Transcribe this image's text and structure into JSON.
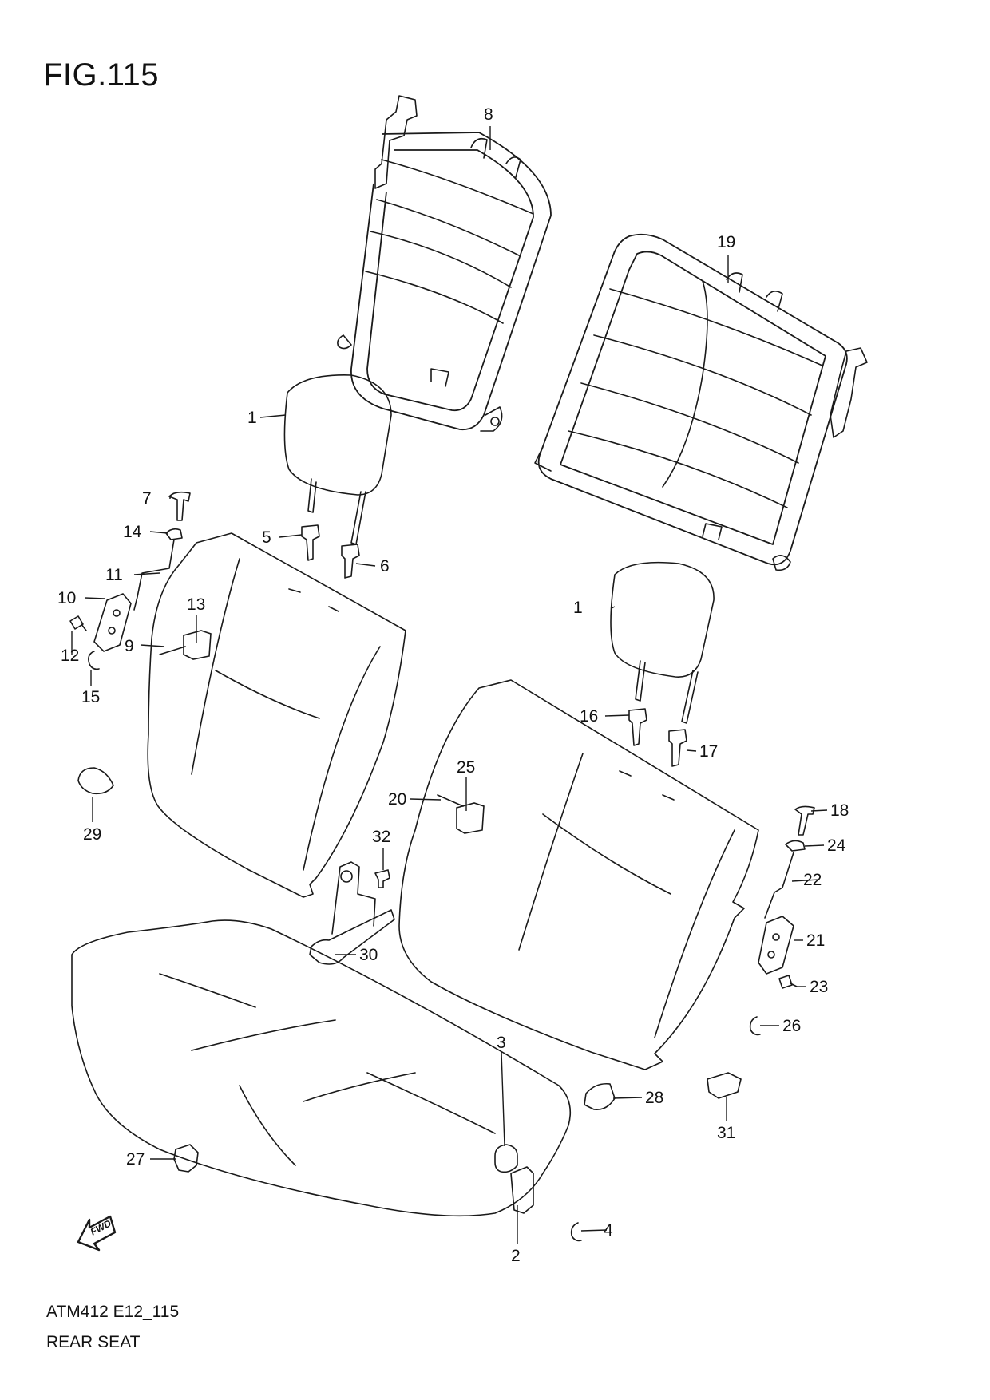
{
  "figure": {
    "title": "FIG.115"
  },
  "footer": {
    "code": "ATM412 E12_115",
    "name": "REAR SEAT"
  },
  "direction_arrow": {
    "label": "FWD",
    "icon": "fwd-arrow-icon"
  },
  "callouts": [
    "1",
    "1",
    "2",
    "3",
    "4",
    "5",
    "6",
    "7",
    "8",
    "9",
    "10",
    "11",
    "12",
    "13",
    "14",
    "15",
    "16",
    "17",
    "18",
    "19",
    "20",
    "21",
    "22",
    "23",
    "24",
    "25",
    "26",
    "27",
    "28",
    "29",
    "30",
    "31",
    "32"
  ]
}
